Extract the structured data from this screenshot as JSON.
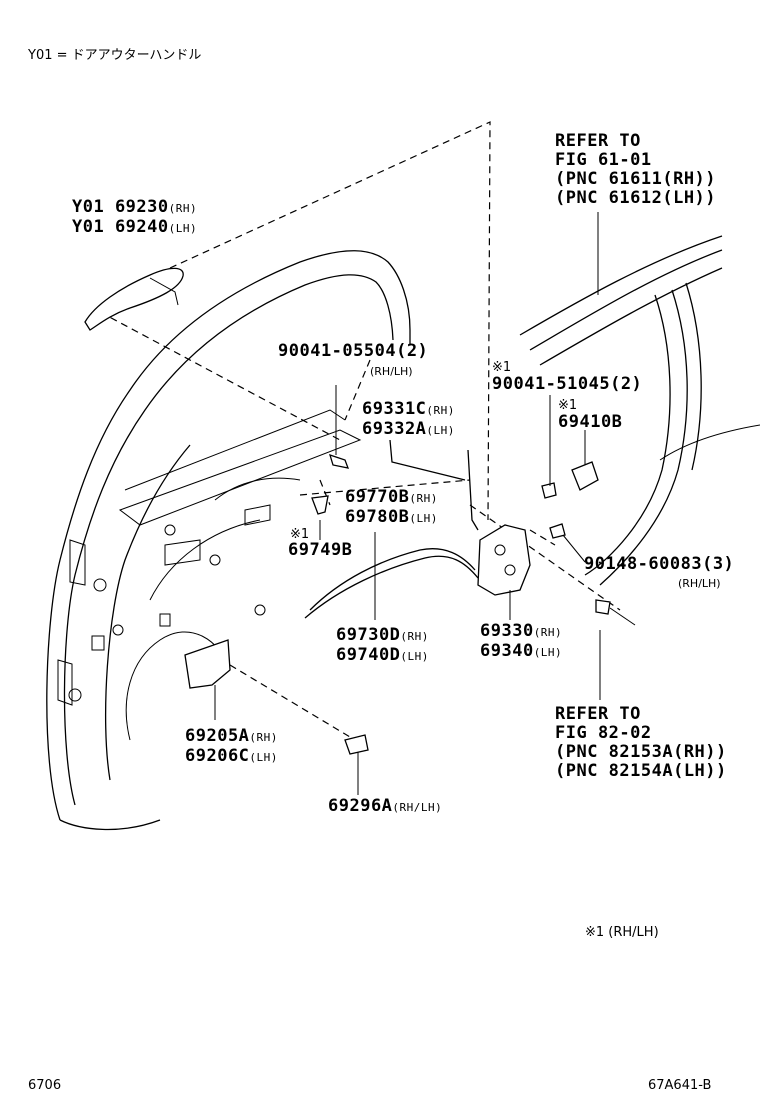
{
  "header": {
    "legend": "Y01 = ドアアウターハンドル"
  },
  "footer": {
    "page_code": "6706",
    "figure_code": "67A641-B",
    "footnote": "※1 (RH/LH)"
  },
  "labels": {
    "handle": {
      "line1": "Y01 69230",
      "line1_side": "(RH)",
      "line2": "Y01 69240",
      "line2_side": "(LH)"
    },
    "bolt1": {
      "number": "90041-05504(2)",
      "side": "(RH/LH)"
    },
    "rod": {
      "line1": "69331C",
      "line1_side": "(RH)",
      "line2": "69332A",
      "line2_side": "(LH)"
    },
    "refer_top": {
      "line1": "REFER TO",
      "line2": "FIG 61-01",
      "line3": "(PNC 61611(RH))",
      "line4": "(PNC 61612(LH))"
    },
    "bolt2": {
      "mark": "※1",
      "number": "90041-51045(2)"
    },
    "part_694": {
      "mark": "※1",
      "number": "69410B"
    },
    "cable_upper": {
      "line1": "69770B",
      "line1_side": "(RH)",
      "line2": "69780B",
      "line2_side": "(LH)"
    },
    "clip": {
      "mark": "※1",
      "number": "69749B"
    },
    "screw": {
      "number": "90148-60083(3)",
      "side": "(RH/LH)"
    },
    "cable_lower": {
      "line1": "69730D",
      "line1_side": "(RH)",
      "line2": "69740D",
      "line2_side": "(LH)"
    },
    "lock": {
      "line1": "69330",
      "line1_side": "(RH)",
      "line2": "69340",
      "line2_side": "(LH)"
    },
    "inner_handle": {
      "line1": "69205A",
      "line1_side": "(RH)",
      "line2": "69206C",
      "line2_side": "(LH)"
    },
    "refer_bottom": {
      "line1": "REFER TO",
      "line2": "FIG 82-02",
      "line3": "(PNC 82153A(RH))",
      "line4": "(PNC 82154A(LH))"
    },
    "plug": {
      "number": "69296A",
      "side": "(RH/LH)"
    }
  }
}
